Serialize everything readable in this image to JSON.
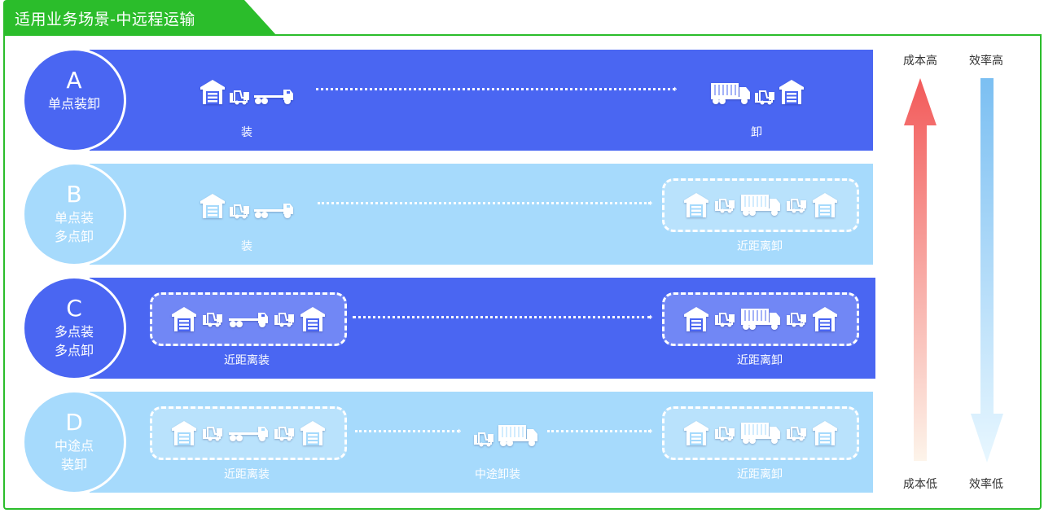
{
  "title": "适用业务场景-中远程运输",
  "colors": {
    "green": "#2bbd2b",
    "dark": "#4a66f2",
    "light": "#a6dafc",
    "cost": "#f25f5f",
    "efficiency": "#7bbff2"
  },
  "rows": [
    {
      "letter": "A",
      "lines": [
        "单点装卸"
      ],
      "style": "dark",
      "segments": [
        {
          "label": "装",
          "icons": [
            "warehouse-icon",
            "forklift-icon",
            "trailer-truck-icon"
          ],
          "boxed": false
        },
        {
          "label": "卸",
          "icons": [
            "box-truck-icon",
            "forklift-icon",
            "warehouse-icon"
          ],
          "boxed": false
        }
      ]
    },
    {
      "letter": "B",
      "lines": [
        "单点装",
        "多点卸"
      ],
      "style": "light",
      "segments": [
        {
          "label": "装",
          "icons": [
            "warehouse-icon",
            "forklift-icon",
            "trailer-truck-icon"
          ],
          "boxed": false
        },
        {
          "label": "近距离卸",
          "icons": [
            "warehouse-icon",
            "forklift-icon",
            "box-truck-icon",
            "forklift-icon",
            "warehouse-icon"
          ],
          "boxed": true
        }
      ]
    },
    {
      "letter": "C",
      "lines": [
        "多点装",
        "多点卸"
      ],
      "style": "dark",
      "segments": [
        {
          "label": "近距离装",
          "icons": [
            "warehouse-icon",
            "forklift-icon",
            "trailer-truck-icon",
            "forklift-icon",
            "warehouse-icon"
          ],
          "boxed": true
        },
        {
          "label": "近距离卸",
          "icons": [
            "warehouse-icon",
            "forklift-icon",
            "box-truck-icon",
            "forklift-icon",
            "warehouse-icon"
          ],
          "boxed": true
        }
      ]
    },
    {
      "letter": "D",
      "lines": [
        "中途点",
        "装卸"
      ],
      "style": "light",
      "segments": [
        {
          "label": "近距离装",
          "icons": [
            "warehouse-icon",
            "forklift-icon",
            "trailer-truck-icon",
            "forklift-icon",
            "warehouse-icon"
          ],
          "boxed": true
        },
        {
          "label": "中途卸装",
          "icons": [
            "forklift-icon",
            "box-truck-icon"
          ],
          "boxed": false
        },
        {
          "label": "近距离卸",
          "icons": [
            "warehouse-icon",
            "forklift-icon",
            "box-truck-icon",
            "forklift-icon",
            "warehouse-icon"
          ],
          "boxed": true
        }
      ]
    }
  ],
  "axes": {
    "cost_high": "成本高",
    "cost_low": "成本低",
    "eff_high": "效率高",
    "eff_low": "效率低"
  }
}
